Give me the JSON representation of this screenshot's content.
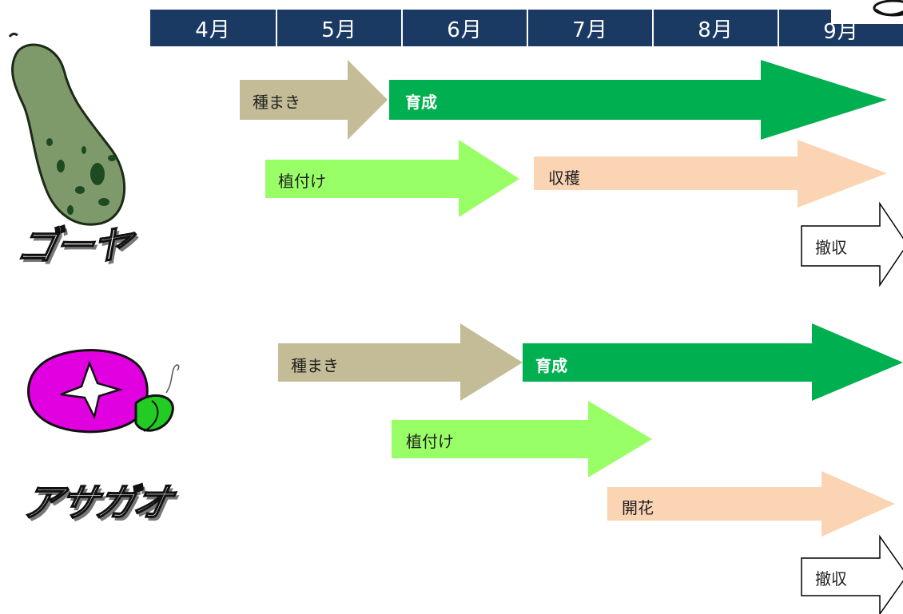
{
  "months": [
    "4月",
    "5月",
    "6月",
    "7月",
    "8月",
    "9月"
  ],
  "colors": {
    "header_bg": "#1b3a63",
    "sowing": "#c4bc96",
    "growing": "#00b050",
    "planting": "#99ff66",
    "harvest": "#fbd4b4",
    "removal_fill": "#ffffff",
    "removal_stroke": "#000000"
  },
  "goya": {
    "name": "ゴーヤ",
    "icon": "bitter-melon-icon",
    "stages": {
      "sowing": "種まき",
      "growing": "育成",
      "planting": "植付け",
      "harvest": "収穫",
      "removal": "撤収"
    }
  },
  "asagao": {
    "name": "アサガオ",
    "icon": "morning-glory-icon",
    "stages": {
      "sowing": "種まき",
      "growing": "育成",
      "planting": "植付け",
      "bloom": "開花",
      "removal": "撤収"
    }
  }
}
